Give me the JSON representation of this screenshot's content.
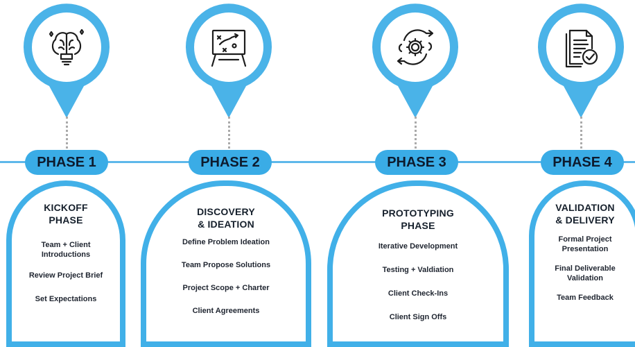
{
  "colors": {
    "accent": "#3aace6",
    "line": "#5eb8ea",
    "pin_outer": "#4ab3e8",
    "pin_inner": "#ffffff",
    "dots": "#aaaaaa"
  },
  "phases": [
    {
      "label": "PHASE 1",
      "icon": "brain-lightbulb-icon",
      "title_lines": [
        "KICKOFF",
        "PHASE"
      ],
      "items": [
        [
          "Team + Client",
          "Introductions"
        ],
        [
          "Review Project Brief"
        ],
        [
          "Set Expectations"
        ]
      ]
    },
    {
      "label": "PHASE 2",
      "icon": "strategy-board-icon",
      "title_lines": [
        "DISCOVERY",
        "& IDEATION"
      ],
      "items": [
        [
          "Define Problem Ideation"
        ],
        [
          "Team Propose Solutions"
        ],
        [
          "Project Scope + Charter"
        ],
        [
          "Client Agreements"
        ]
      ]
    },
    {
      "label": "PHASE 3",
      "icon": "gear-cycle-icon",
      "title_lines": [
        "PROTOTYPING",
        "PHASE"
      ],
      "items": [
        [
          "Iterative Development"
        ],
        [
          "Testing + Valdiation"
        ],
        [
          "Client Check-Ins"
        ],
        [
          "Client Sign Offs"
        ]
      ]
    },
    {
      "label": "PHASE 4",
      "icon": "document-check-icon",
      "title_lines": [
        "VALIDATION",
        "& DELIVERY"
      ],
      "items": [
        [
          "Formal Project",
          "Presentation"
        ],
        [
          "Final Deliverable",
          "Validation"
        ],
        [
          "Team Feedback"
        ]
      ]
    }
  ]
}
